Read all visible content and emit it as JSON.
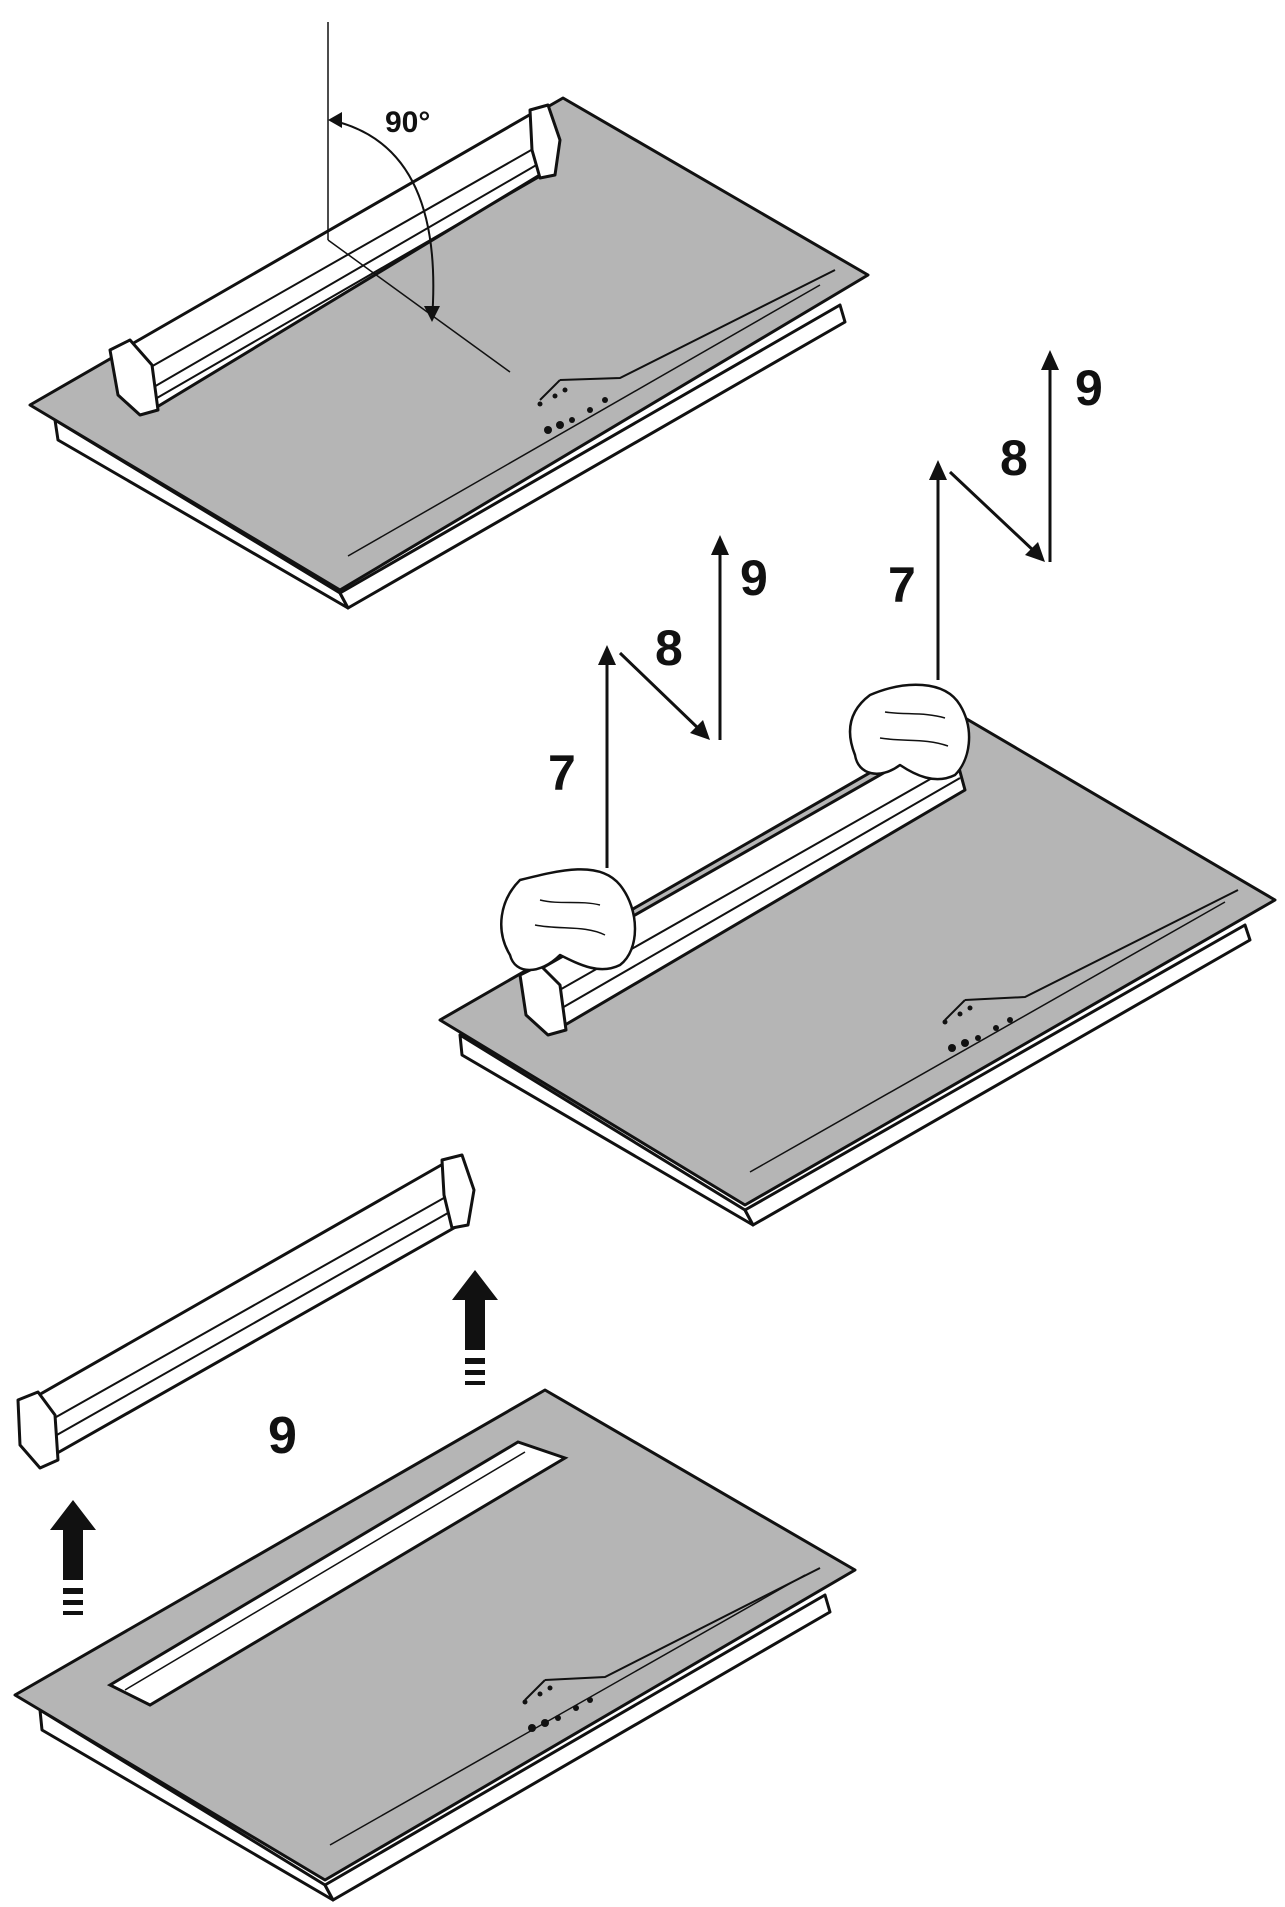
{
  "figure_1": {
    "angle_label": "90°"
  },
  "figure_2": {
    "left_steps": {
      "step_a": "7",
      "step_b": "8",
      "step_c": "9"
    },
    "right_steps": {
      "step_a": "7",
      "step_b": "8",
      "step_c": "9"
    }
  },
  "figure_3": {
    "step": "9"
  },
  "icons": [
    "lift-up-arrow-icon",
    "glove-hand-icon",
    "step-arrow-icon"
  ],
  "colors": {
    "hob_surface": "#b5b5b5",
    "line": "#111111",
    "background": "#ffffff"
  }
}
